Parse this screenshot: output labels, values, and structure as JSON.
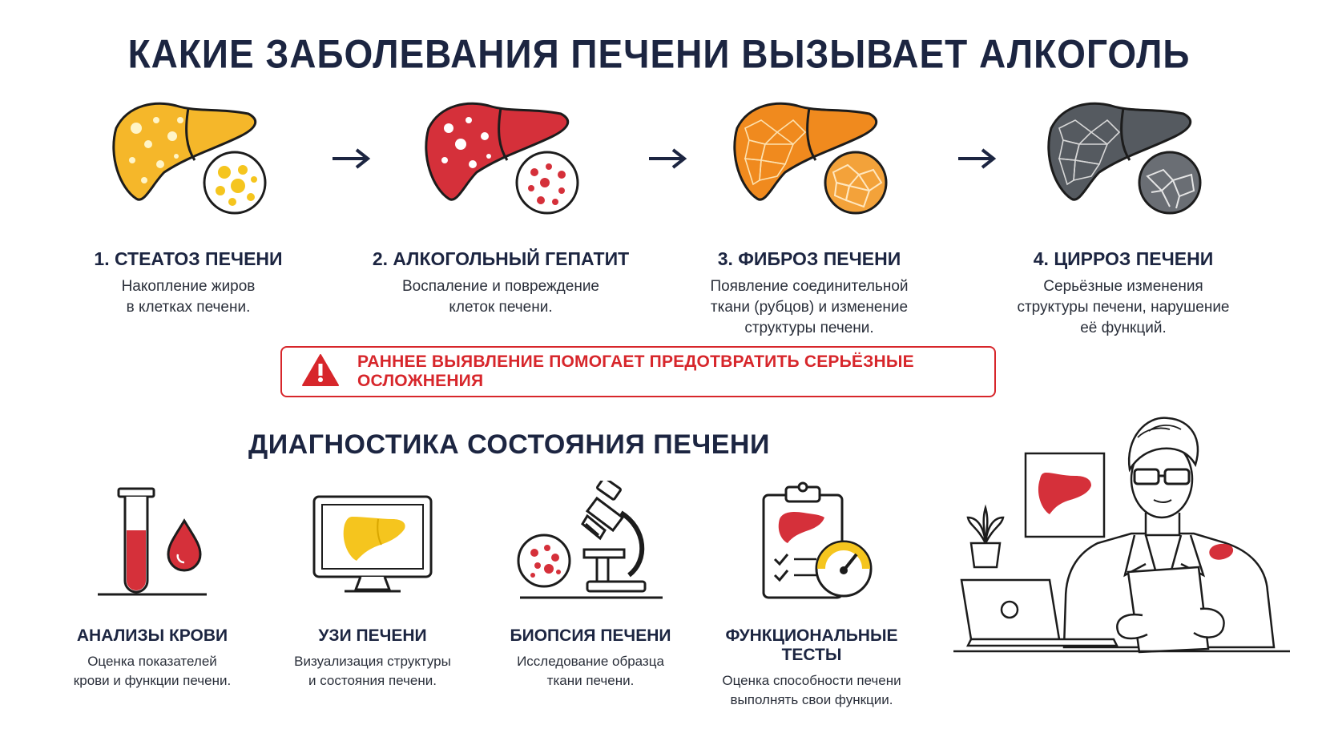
{
  "title": "КАКИЕ ЗАБОЛЕВАНИЯ ПЕЧЕНИ ВЫЗЫВАЕТ АЛКОГОЛЬ",
  "stages": [
    {
      "name": "1. СТЕАТОЗ ПЕЧЕНИ",
      "desc1": "Накопление жиров",
      "desc2": "в клетках печени.",
      "desc3": "",
      "color": "#f5b72a",
      "icon": "fatty-liver-icon"
    },
    {
      "name": "2. АЛКОГОЛЬНЫЙ ГЕПАТИТ",
      "desc1": "Воспаление и повреждение",
      "desc2": "клеток печени.",
      "desc3": "",
      "color": "#d5303a",
      "icon": "inflamed-liver-icon"
    },
    {
      "name": "3. ФИБРОЗ ПЕЧЕНИ",
      "desc1": "Появление соединительной",
      "desc2": "ткани (рубцов) и изменение",
      "desc3": "структуры печени.",
      "color": "#f08a1e",
      "icon": "fibrotic-liver-icon"
    },
    {
      "name": "4. ЦИРРОЗ ПЕЧЕНИ",
      "desc1": "Серьёзные изменения",
      "desc2": "структуры печени, нарушение",
      "desc3": "её функций.",
      "color": "#555a60",
      "icon": "cirrhotic-liver-icon"
    }
  ],
  "warning": {
    "text": "РАННЕЕ ВЫЯВЛЕНИЕ ПОМОГАЕТ ПРЕДОТВРАТИТЬ СЕРЬЁЗНЫЕ ОСЛОЖНЕНИЯ",
    "color": "#d7262b",
    "icon": "warning-triangle-icon"
  },
  "diagnostics_title": "ДИАГНОСТИКА СОСТОЯНИЯ ПЕЧЕНИ",
  "diagnostics": [
    {
      "name": "АНАЛИЗЫ КРОВИ",
      "desc1": "Оценка показателей",
      "desc2": "крови и функции печени.",
      "icon": "test-tube-icon"
    },
    {
      "name": "УЗИ ПЕЧЕНИ",
      "desc1": "Визуализация структуры",
      "desc2": "и состояния печени.",
      "icon": "monitor-icon"
    },
    {
      "name": "БИОПСИЯ ПЕЧЕНИ",
      "desc1": "Исследование образца",
      "desc2": "ткани печени.",
      "icon": "microscope-icon"
    },
    {
      "name": "ФУНКЦИОНАЛЬНЫЕ ТЕСТЫ",
      "desc1": "Оценка способности печени",
      "desc2": "выполнять свои функции.",
      "icon": "clipboard-gauge-icon"
    }
  ],
  "colors": {
    "navy": "#1c2541",
    "red": "#d7262b",
    "yellow": "#f5c51e"
  }
}
